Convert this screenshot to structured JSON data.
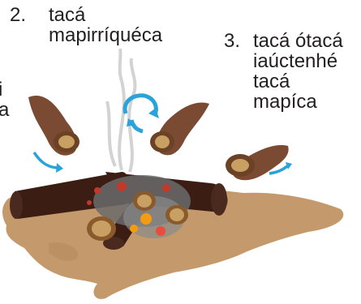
{
  "steps": [
    {
      "number": "2.",
      "lines": [
        "tacá",
        "mapirríquéca"
      ]
    },
    {
      "number": "3.",
      "lines": [
        "tacá ótacá",
        "iaúctenhé",
        "tacá",
        "mapíca"
      ]
    }
  ],
  "left_fragments": [
    "i",
    "a"
  ],
  "colors": {
    "ground": "#c49a6c",
    "log": "#3b1d14",
    "log_end": "#4a2a1e",
    "hand": "#7a4a32",
    "arrow": "#29a3d9",
    "ember_red": "#c0392b",
    "ember_orange": "#f39c12",
    "ash": "#6b6b6b",
    "smoke": "#cfcfcf"
  },
  "icons": [
    "hand-icon",
    "fire-icon",
    "rotate-arrow-icon",
    "curved-arrow-icon",
    "seed-icon"
  ]
}
